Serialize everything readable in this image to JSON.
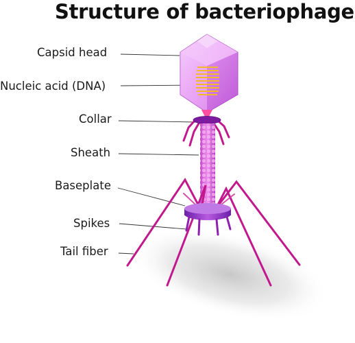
{
  "title": "Structure of bacteriophage",
  "labels": {
    "capsid_head": "Capsid head",
    "nucleic_acid": "Nucleic acid (DNA)",
    "collar": "Collar",
    "sheath": "Sheath",
    "baseplate": "Baseplate",
    "spikes": "Spikes",
    "tail_fiber": "Tail fiber"
  },
  "colors": {
    "capsid": "#e08cf0",
    "dna": "#f2c23a",
    "tail": "#a0208c",
    "sheath": "#d760d8",
    "fiber": "#c2188e",
    "leader_line": "#333333"
  }
}
